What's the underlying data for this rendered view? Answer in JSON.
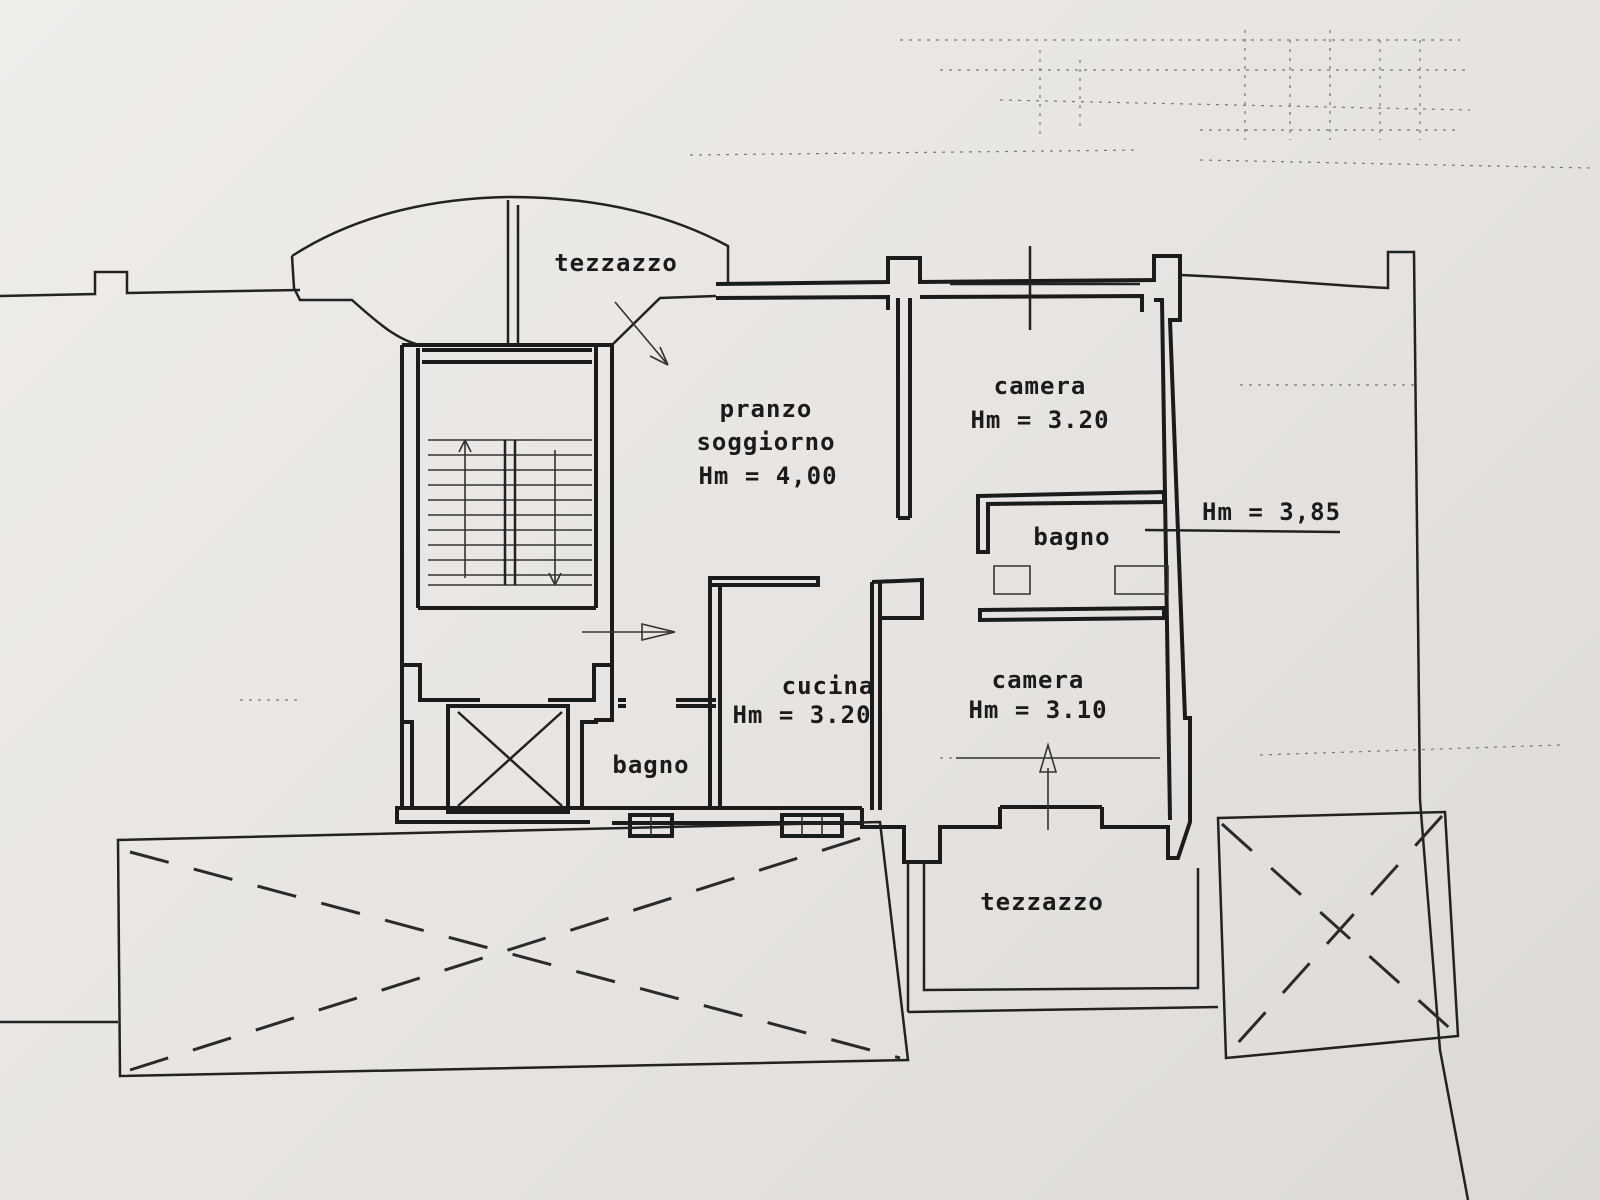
{
  "plan": {
    "terrace_top": "tezzazzo",
    "living": {
      "line1": "pranzo",
      "line2": "soggiorno",
      "height": "Hm = 4,00"
    },
    "bedroom_top": {
      "name": "camera",
      "height": "Hm = 3.20"
    },
    "bathroom_main": {
      "name": "bagno"
    },
    "side_height": "Hm = 3,85",
    "kitchen": {
      "name": "cucina",
      "height": "Hm = 3.20"
    },
    "bedroom_bottom": {
      "name": "camera",
      "height": "Hm = 3.10"
    },
    "bathroom_small": {
      "name": "bagno"
    },
    "terrace_bottom": "tezzazzo"
  }
}
